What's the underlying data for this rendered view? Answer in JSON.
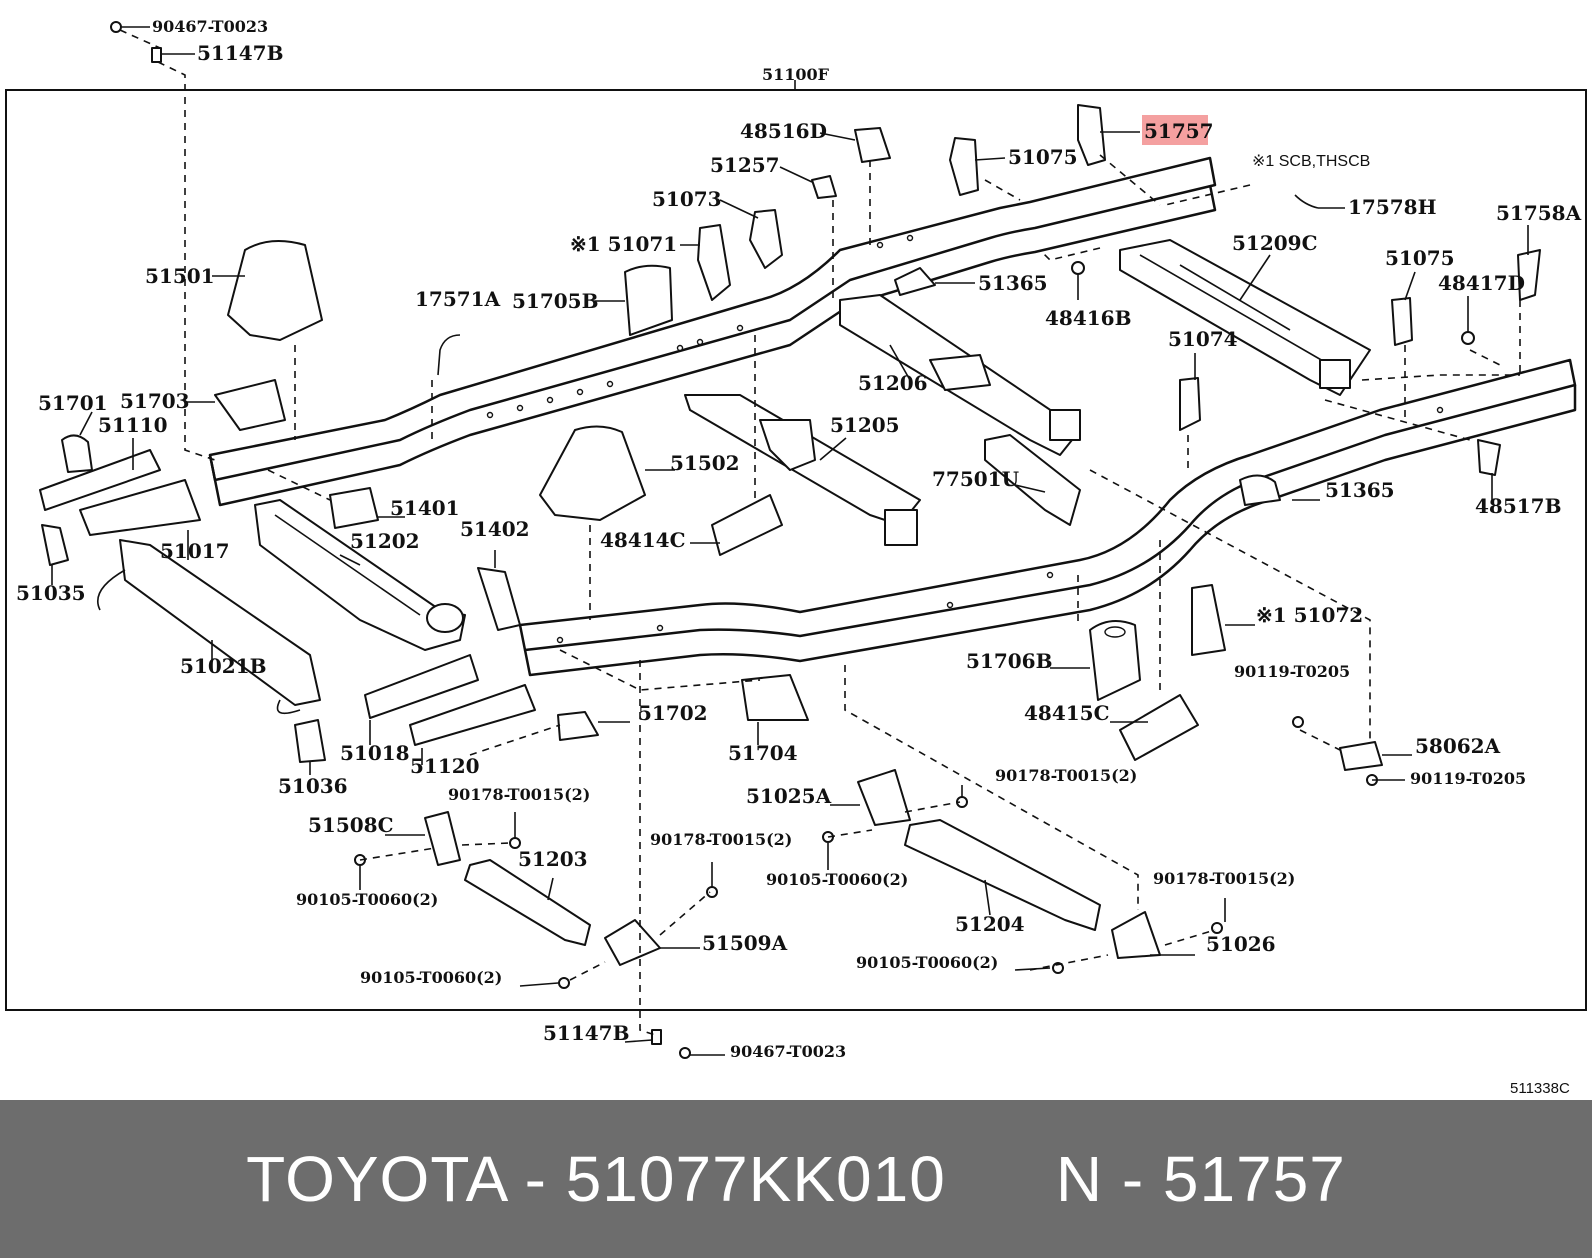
{
  "diagram": {
    "main_assembly": "51100F",
    "note": "※1  SCB,THSCB",
    "figure_code": "511338C",
    "highlight_color": "#f4a0a0",
    "labels": [
      {
        "id": "90467-T0023-top",
        "text": "90467-T0023",
        "small": true
      },
      {
        "id": "51147B-top",
        "text": "51147B"
      },
      {
        "id": "48516D",
        "text": "48516D"
      },
      {
        "id": "51257",
        "text": "51257"
      },
      {
        "id": "51073",
        "text": "51073"
      },
      {
        "id": "51071",
        "text": "※1 51071"
      },
      {
        "id": "51705B",
        "text": "51705B"
      },
      {
        "id": "51075-a",
        "text": "51075"
      },
      {
        "id": "51757",
        "text": "51757",
        "highlighted": true
      },
      {
        "id": "17578H",
        "text": "17578H"
      },
      {
        "id": "51758A",
        "text": "51758A"
      },
      {
        "id": "51209C",
        "text": "51209C"
      },
      {
        "id": "51075-b",
        "text": "51075"
      },
      {
        "id": "48417D",
        "text": "48417D"
      },
      {
        "id": "51365-a",
        "text": "51365"
      },
      {
        "id": "48416B",
        "text": "48416B"
      },
      {
        "id": "51501",
        "text": "51501"
      },
      {
        "id": "17571A",
        "text": "17571A"
      },
      {
        "id": "51206",
        "text": "51206"
      },
      {
        "id": "51074",
        "text": "51074"
      },
      {
        "id": "51701",
        "text": "51701"
      },
      {
        "id": "51703",
        "text": "51703"
      },
      {
        "id": "51110",
        "text": "51110"
      },
      {
        "id": "51205",
        "text": "51205"
      },
      {
        "id": "51502",
        "text": "51502"
      },
      {
        "id": "77501U",
        "text": "77501U"
      },
      {
        "id": "51365-b",
        "text": "51365"
      },
      {
        "id": "48517B",
        "text": "48517B"
      },
      {
        "id": "51401",
        "text": "51401"
      },
      {
        "id": "51017",
        "text": "51017"
      },
      {
        "id": "51202",
        "text": "51202"
      },
      {
        "id": "48414C",
        "text": "48414C"
      },
      {
        "id": "51402",
        "text": "51402"
      },
      {
        "id": "51035",
        "text": "51035"
      },
      {
        "id": "51072",
        "text": "※1 51072"
      },
      {
        "id": "90119-T0205-a",
        "text": "90119-T0205",
        "small": true
      },
      {
        "id": "51021B",
        "text": "51021B"
      },
      {
        "id": "51706B",
        "text": "51706B"
      },
      {
        "id": "51702",
        "text": "51702"
      },
      {
        "id": "48415C",
        "text": "48415C"
      },
      {
        "id": "58062A",
        "text": "58062A"
      },
      {
        "id": "51018",
        "text": "51018"
      },
      {
        "id": "51704",
        "text": "51704"
      },
      {
        "id": "90119-T0205-b",
        "text": "90119-T0205",
        "small": true
      },
      {
        "id": "51120",
        "text": "51120"
      },
      {
        "id": "51036",
        "text": "51036"
      },
      {
        "id": "90178-T0015-a",
        "text": "90178-T0015(2)",
        "small": true
      },
      {
        "id": "90178-T0015-b",
        "text": "90178-T0015(2)",
        "small": true
      },
      {
        "id": "51025A",
        "text": "51025A"
      },
      {
        "id": "51508C",
        "text": "51508C"
      },
      {
        "id": "90178-T0015-c",
        "text": "90178-T0015(2)",
        "small": true
      },
      {
        "id": "51203",
        "text": "51203"
      },
      {
        "id": "90105-T0060-a",
        "text": "90105-T0060(2)",
        "small": true
      },
      {
        "id": "90105-T0060-b",
        "text": "90105-T0060(2)",
        "small": true
      },
      {
        "id": "90178-T0015-d",
        "text": "90178-T0015(2)",
        "small": true
      },
      {
        "id": "51204",
        "text": "51204"
      },
      {
        "id": "51509A",
        "text": "51509A"
      },
      {
        "id": "51026",
        "text": "51026"
      },
      {
        "id": "90105-T0060-c",
        "text": "90105-T0060(2)",
        "small": true
      },
      {
        "id": "90105-T0060-d",
        "text": "90105-T0060(2)",
        "small": true
      },
      {
        "id": "51147B-bottom",
        "text": "51147B"
      },
      {
        "id": "90467-T0023-bottom",
        "text": "90467-T0023",
        "small": true
      }
    ]
  },
  "footer": {
    "brand_part": "TOYOTA - 51077KK010",
    "ref": "N - 51757"
  }
}
